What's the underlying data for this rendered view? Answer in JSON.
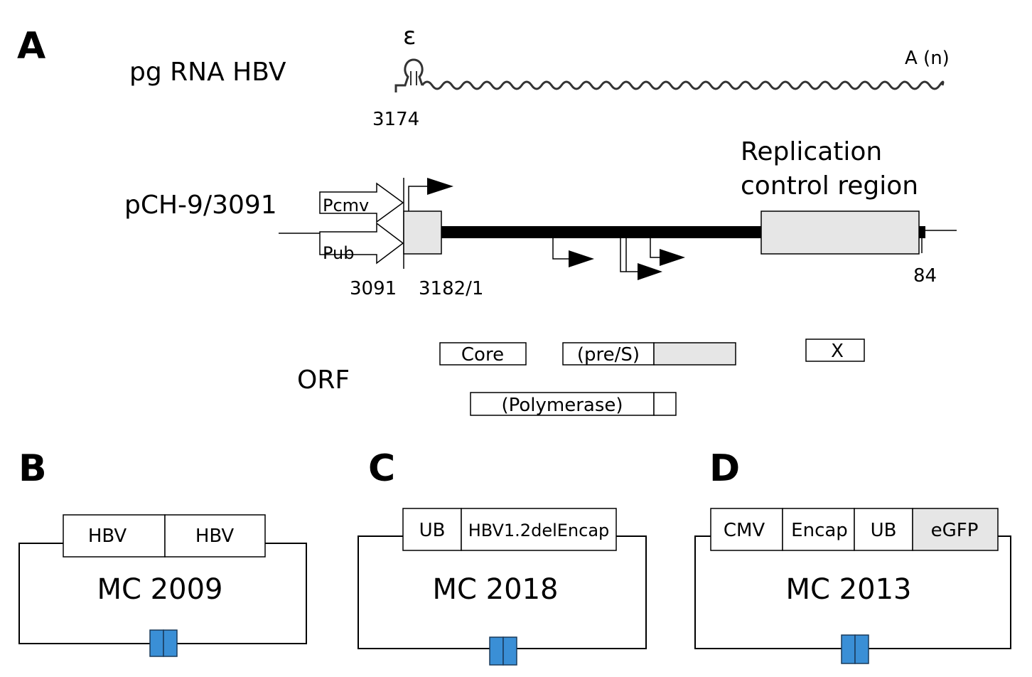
{
  "panel_a": {
    "letter": "A",
    "pgrna_label": "pg RNA HBV",
    "epsilon": "ε",
    "poly_a": "A (n)",
    "pgrna_start": "3174",
    "construct_label": "pCH-9/3091",
    "promoter_cmv": "Pcmv",
    "promoter_ub": "Pub",
    "pos_3091": "3091",
    "pos_3182": "3182/1",
    "pos_84": "84",
    "replication_line1": "Replication",
    "replication_line2": "control region",
    "orf_label": "ORF",
    "orf_core": "Core",
    "orf_pres": "(pre/S)",
    "orf_x": "X",
    "orf_pol": "(Polymerase)"
  },
  "panel_b": {
    "letter": "B",
    "seg1": "HBV",
    "seg2": "HBV",
    "name": "MC 2009"
  },
  "panel_c": {
    "letter": "C",
    "seg1": "UB",
    "seg2": "HBV1.2delEncap",
    "name": "MC 2018"
  },
  "panel_d": {
    "letter": "D",
    "seg1": "CMV",
    "seg2": "Encap",
    "seg3": "UB",
    "seg4": "eGFP",
    "name": "MC 2013"
  },
  "colors": {
    "shaded_box": "#e6e6e6",
    "marker_blue": "#3a8fd6",
    "marker_outline": "#1a3a5a"
  }
}
